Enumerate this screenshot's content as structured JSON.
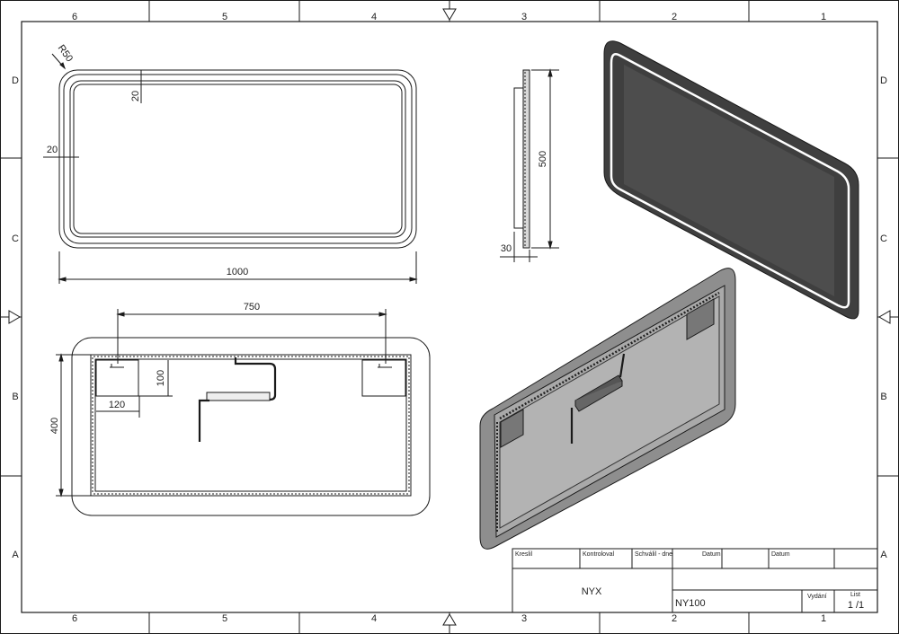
{
  "zones": {
    "columns": [
      "6",
      "5",
      "4",
      "3",
      "2",
      "1"
    ],
    "rows": [
      "D",
      "C",
      "B",
      "A"
    ]
  },
  "dims": {
    "radius": "R50",
    "top_inset": "20",
    "side_inset": "20",
    "width": "1000",
    "height": "500",
    "depth": "30",
    "bracket_span": "750",
    "bracket_height": "400",
    "bracket_drop": "100",
    "bracket_offset": "120"
  },
  "title_block": {
    "labels": {
      "drawn": "Kreslil",
      "checked": "Kontroloval",
      "approved": "Schválil - dne",
      "date1": "Datum",
      "date2": "Datum",
      "issue": "Vydání",
      "sheet": "List"
    },
    "product_name": "NYX",
    "product_code": "NY100",
    "sheet_value": "1 /1"
  },
  "colors": {
    "line": "#1a1a1a",
    "glass_dark": "#4a4a4a",
    "frame_gray": "#8e8e8e",
    "panel_gray": "#a9a9a9"
  }
}
